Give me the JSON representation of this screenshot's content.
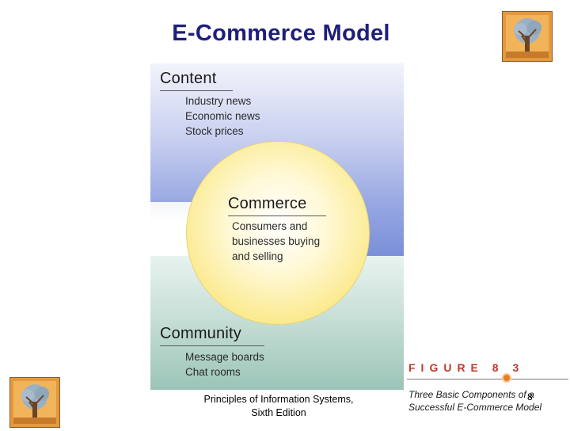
{
  "slide": {
    "title": "E-Commerce Model",
    "footer_line1": "Principles of Information Systems,",
    "footer_line2": "Sixth Edition",
    "page_number": "8"
  },
  "diagram": {
    "content": {
      "heading": "Content",
      "items": [
        "Industry news",
        "Economic news",
        "Stock prices"
      ]
    },
    "commerce": {
      "heading": "Commerce",
      "items": [
        "Consumers and",
        "businesses buying",
        "and selling"
      ]
    },
    "community": {
      "heading": "Community",
      "items": [
        "Message boards",
        "Chat rooms"
      ]
    }
  },
  "figure": {
    "label": "FIGURE 8 3",
    "caption_line1": "Three Basic Components of a",
    "caption_line2": "Successful E-Commerce Model"
  },
  "colors": {
    "title": "#1f1f7a",
    "figure_label": "#c0392b",
    "commerce_circle": "#fbe98a",
    "content_band": "#8e9fe0",
    "community_band": "#9cc4b8",
    "logo": "#d9822b"
  },
  "icons": {
    "logo_top": "tree-logo-icon",
    "logo_bottom": "tree-logo-icon"
  }
}
